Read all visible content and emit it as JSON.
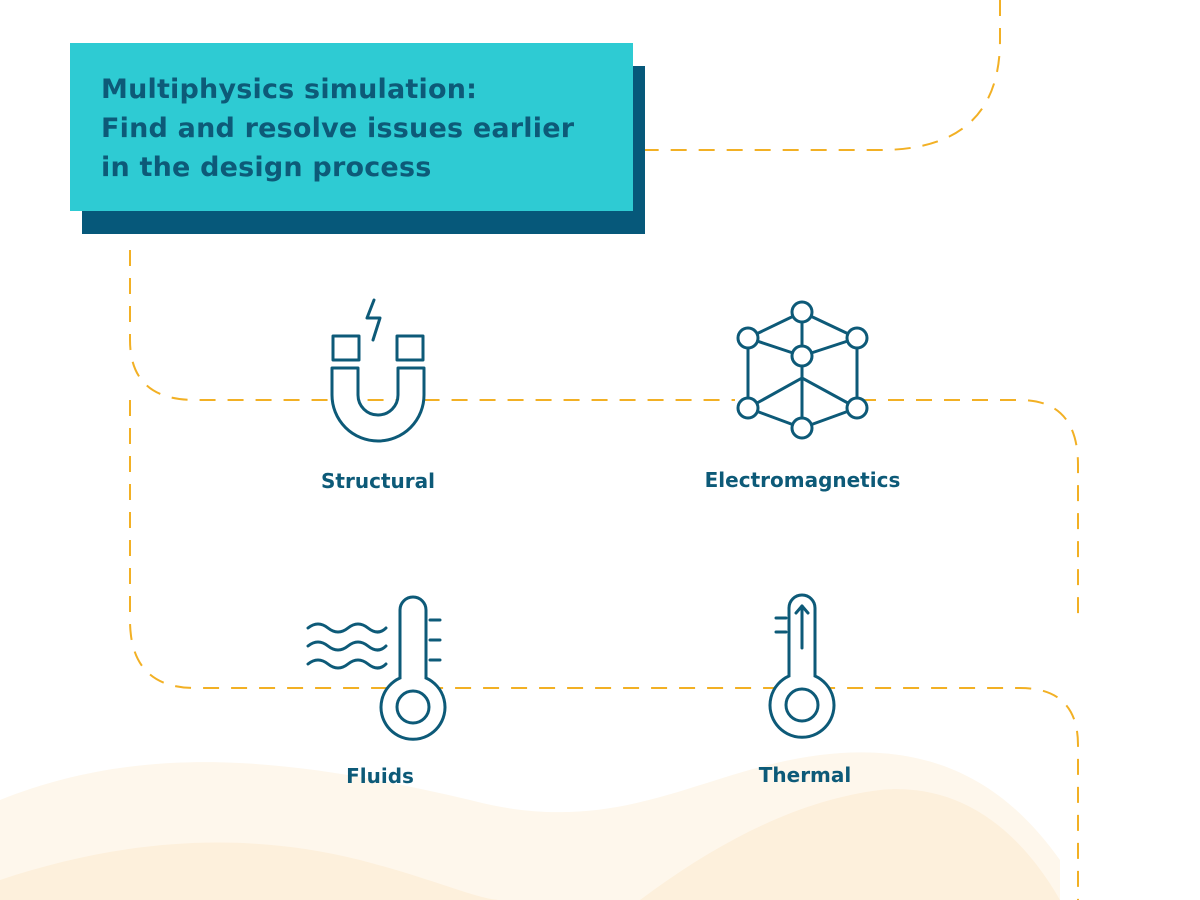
{
  "title": {
    "lines": [
      "Multiphysics simulation:",
      "Find and resolve issues earlier",
      "in the design process"
    ]
  },
  "colors": {
    "accent_teal": "#2ecbd3",
    "shadow_navy": "#06587a",
    "text_navy": "#0d5a78",
    "dashed_line": "#f2b024",
    "background_wave": "#fdf2e2"
  },
  "items": [
    {
      "label": "Structural",
      "icon": "magnet-icon"
    },
    {
      "label": "Electromagnetics",
      "icon": "network-cube-icon"
    },
    {
      "label": "Fluids",
      "icon": "thermometer-waves-icon"
    },
    {
      "label": "Thermal",
      "icon": "thermometer-icon"
    }
  ]
}
